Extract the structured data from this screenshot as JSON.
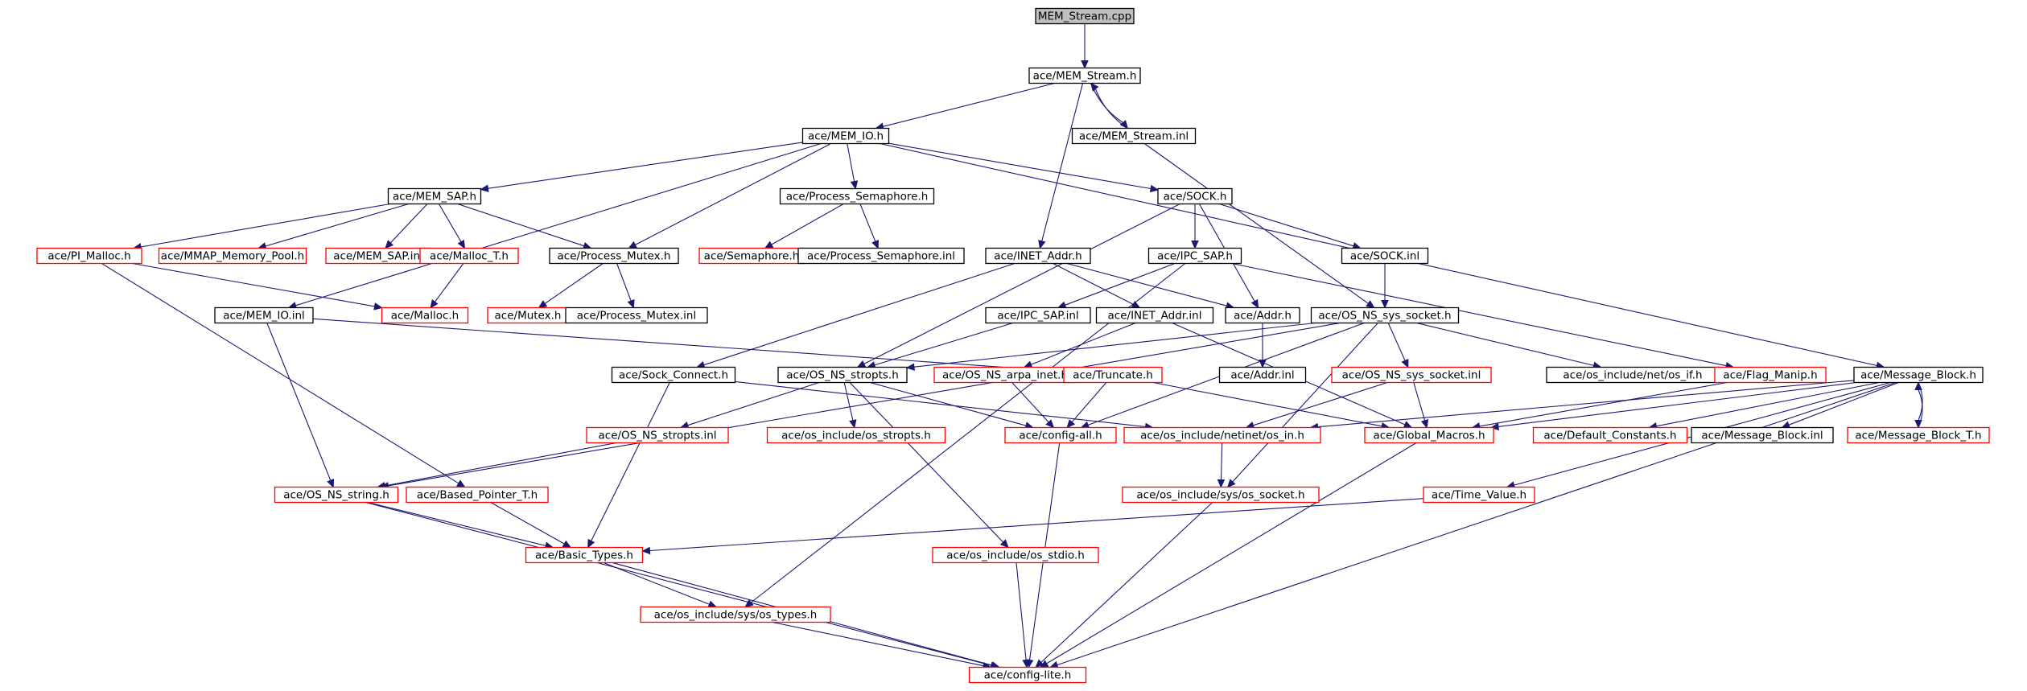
{
  "diagram": {
    "title": "",
    "edge_color": "#191970",
    "border_colors": {
      "black": "#000000",
      "red": "#ff0000"
    },
    "root_fill": "#bfbfbf",
    "nodes": [
      {
        "id": "MEM_Stream_cpp",
        "label": "MEM_Stream.cpp",
        "border": "gray"
      },
      {
        "id": "MEM_Stream_h",
        "label": "ace/MEM_Stream.h",
        "border": "black"
      },
      {
        "id": "MEM_Stream_inl",
        "label": "ace/MEM_Stream.inl",
        "border": "black"
      },
      {
        "id": "MEM_IO_h",
        "label": "ace/MEM_IO.h",
        "border": "black"
      },
      {
        "id": "MEM_SAP_h",
        "label": "ace/MEM_SAP.h",
        "border": "black"
      },
      {
        "id": "Process_Semaphore_h",
        "label": "ace/Process_Semaphore.h",
        "border": "black"
      },
      {
        "id": "SOCK_h",
        "label": "ace/SOCK.h",
        "border": "black"
      },
      {
        "id": "PI_Malloc_h",
        "label": "ace/PI_Malloc.h",
        "border": "red"
      },
      {
        "id": "MMAP_Memory_Pool_h",
        "label": "ace/MMAP_Memory_Pool.h",
        "border": "red"
      },
      {
        "id": "MEM_SAP_inl",
        "label": "ace/MEM_SAP.inl",
        "border": "red"
      },
      {
        "id": "Malloc_T_h",
        "label": "ace/Malloc_T.h",
        "border": "red"
      },
      {
        "id": "Process_Mutex_h",
        "label": "ace/Process_Mutex.h",
        "border": "black"
      },
      {
        "id": "Semaphore_h",
        "label": "ace/Semaphore.h",
        "border": "red"
      },
      {
        "id": "Process_Semaphore_inl",
        "label": "ace/Process_Semaphore.inl",
        "border": "black"
      },
      {
        "id": "INET_Addr_h",
        "label": "ace/INET_Addr.h",
        "border": "black"
      },
      {
        "id": "IPC_SAP_h",
        "label": "ace/IPC_SAP.h",
        "border": "black"
      },
      {
        "id": "SOCK_inl",
        "label": "ace/SOCK.inl",
        "border": "black"
      },
      {
        "id": "MEM_IO_inl",
        "label": "ace/MEM_IO.inl",
        "border": "black"
      },
      {
        "id": "Malloc_h",
        "label": "ace/Malloc.h",
        "border": "red"
      },
      {
        "id": "Mutex_h",
        "label": "ace/Mutex.h",
        "border": "red"
      },
      {
        "id": "Process_Mutex_inl",
        "label": "ace/Process_Mutex.inl",
        "border": "black"
      },
      {
        "id": "IPC_SAP_inl",
        "label": "ace/IPC_SAP.inl",
        "border": "black"
      },
      {
        "id": "INET_Addr_inl",
        "label": "ace/INET_Addr.inl",
        "border": "black"
      },
      {
        "id": "Addr_h",
        "label": "ace/Addr.h",
        "border": "black"
      },
      {
        "id": "OS_NS_sys_socket_h",
        "label": "ace/OS_NS_sys_socket.h",
        "border": "black"
      },
      {
        "id": "Sock_Connect_h",
        "label": "ace/Sock_Connect.h",
        "border": "black"
      },
      {
        "id": "OS_NS_stropts_h",
        "label": "ace/OS_NS_stropts.h",
        "border": "black"
      },
      {
        "id": "OS_NS_arpa_inet_h",
        "label": "ace/OS_NS_arpa_inet.h",
        "border": "red"
      },
      {
        "id": "Truncate_h",
        "label": "ace/Truncate.h",
        "border": "red"
      },
      {
        "id": "Addr_inl",
        "label": "ace/Addr.inl",
        "border": "black"
      },
      {
        "id": "OS_NS_sys_socket_inl",
        "label": "ace/OS_NS_sys_socket.inl",
        "border": "red"
      },
      {
        "id": "net_if_h",
        "label": "ace/os_include/net/os_if.h",
        "border": "black"
      },
      {
        "id": "Flag_Manip_h",
        "label": "ace/Flag_Manip.h",
        "border": "red"
      },
      {
        "id": "Message_Block_h",
        "label": "ace/Message_Block.h",
        "border": "black"
      },
      {
        "id": "OS_NS_stropts_inl",
        "label": "ace/OS_NS_stropts.inl",
        "border": "red"
      },
      {
        "id": "os_stropts_h",
        "label": "ace/os_include/os_stropts.h",
        "border": "red"
      },
      {
        "id": "config_all_h",
        "label": "ace/config-all.h",
        "border": "red"
      },
      {
        "id": "netinet_in_h",
        "label": "ace/os_include/netinet/os_in.h",
        "border": "red"
      },
      {
        "id": "Global_Macros_h",
        "label": "ace/Global_Macros.h",
        "border": "red"
      },
      {
        "id": "Default_Constants_h",
        "label": "ace/Default_Constants.h",
        "border": "red"
      },
      {
        "id": "Message_Block_inl",
        "label": "ace/Message_Block.inl",
        "border": "black"
      },
      {
        "id": "Message_Block_T_h",
        "label": "ace/Message_Block_T.h",
        "border": "red"
      },
      {
        "id": "OS_NS_string_h",
        "label": "ace/OS_NS_string.h",
        "border": "red"
      },
      {
        "id": "Based_Pointer_T_h",
        "label": "ace/Based_Pointer_T.h",
        "border": "red"
      },
      {
        "id": "sys_socket_h",
        "label": "ace/os_include/sys/os_socket.h",
        "border": "red"
      },
      {
        "id": "Time_Value_h",
        "label": "ace/Time_Value.h",
        "border": "red"
      },
      {
        "id": "Basic_Types_h",
        "label": "ace/Basic_Types.h",
        "border": "red"
      },
      {
        "id": "os_stdio_h",
        "label": "ace/os_include/os_stdio.h",
        "border": "red"
      },
      {
        "id": "sys_types_h",
        "label": "ace/os_include/sys/os_types.h",
        "border": "red"
      },
      {
        "id": "config_lite_h",
        "label": "ace/config-lite.h",
        "border": "red"
      }
    ],
    "edges": [
      [
        "MEM_Stream_cpp",
        "MEM_Stream_h"
      ],
      [
        "MEM_Stream_h",
        "MEM_IO_h"
      ],
      [
        "MEM_Stream_h",
        "MEM_Stream_inl"
      ],
      [
        "MEM_Stream_inl",
        "MEM_Stream_h"
      ],
      [
        "MEM_Stream_h",
        "INET_Addr_h"
      ],
      [
        "MEM_Stream_inl",
        "OS_NS_sys_socket_h"
      ],
      [
        "MEM_IO_h",
        "MEM_SAP_h"
      ],
      [
        "MEM_IO_h",
        "Process_Semaphore_h"
      ],
      [
        "MEM_IO_h",
        "SOCK_h"
      ],
      [
        "MEM_IO_h",
        "Process_Mutex_h"
      ],
      [
        "MEM_IO_h",
        "MEM_IO_inl"
      ],
      [
        "MEM_IO_h",
        "Message_Block_h"
      ],
      [
        "MEM_SAP_h",
        "PI_Malloc_h"
      ],
      [
        "MEM_SAP_h",
        "MMAP_Memory_Pool_h"
      ],
      [
        "MEM_SAP_h",
        "MEM_SAP_inl"
      ],
      [
        "MEM_SAP_h",
        "Malloc_T_h"
      ],
      [
        "MEM_SAP_h",
        "Process_Mutex_h"
      ],
      [
        "Process_Semaphore_h",
        "Semaphore_h"
      ],
      [
        "Process_Semaphore_h",
        "Process_Semaphore_inl"
      ],
      [
        "SOCK_h",
        "IPC_SAP_h"
      ],
      [
        "SOCK_h",
        "SOCK_inl"
      ],
      [
        "SOCK_h",
        "Addr_h"
      ],
      [
        "SOCK_h",
        "OS_NS_stropts_h"
      ],
      [
        "PI_Malloc_h",
        "Malloc_h"
      ],
      [
        "PI_Malloc_h",
        "Based_Pointer_T_h"
      ],
      [
        "Malloc_T_h",
        "Malloc_h"
      ],
      [
        "Process_Mutex_h",
        "Mutex_h"
      ],
      [
        "Process_Mutex_h",
        "Process_Mutex_inl"
      ],
      [
        "INET_Addr_h",
        "Addr_h"
      ],
      [
        "INET_Addr_h",
        "INET_Addr_inl"
      ],
      [
        "INET_Addr_h",
        "Sock_Connect_h"
      ],
      [
        "IPC_SAP_h",
        "IPC_SAP_inl"
      ],
      [
        "IPC_SAP_h",
        "Flag_Manip_h"
      ],
      [
        "IPC_SAP_h",
        "sys_types_h"
      ],
      [
        "SOCK_inl",
        "OS_NS_sys_socket_h"
      ],
      [
        "MEM_IO_inl",
        "OS_NS_string_h"
      ],
      [
        "MEM_IO_inl",
        "Truncate_h"
      ],
      [
        "IPC_SAP_inl",
        "OS_NS_stropts_h"
      ],
      [
        "INET_Addr_inl",
        "OS_NS_arpa_inet_h"
      ],
      [
        "INET_Addr_inl",
        "Global_Macros_h"
      ],
      [
        "Addr_h",
        "Addr_inl"
      ],
      [
        "OS_NS_sys_socket_h",
        "OS_NS_stropts_h"
      ],
      [
        "OS_NS_sys_socket_h",
        "OS_NS_sys_socket_inl"
      ],
      [
        "OS_NS_sys_socket_h",
        "net_if_h"
      ],
      [
        "OS_NS_sys_socket_h",
        "OS_NS_string_h"
      ],
      [
        "OS_NS_sys_socket_h",
        "config_all_h"
      ],
      [
        "OS_NS_sys_socket_h",
        "sys_socket_h"
      ],
      [
        "Sock_Connect_h",
        "Basic_Types_h"
      ],
      [
        "Sock_Connect_h",
        "netinet_in_h"
      ],
      [
        "OS_NS_stropts_h",
        "OS_NS_stropts_inl"
      ],
      [
        "OS_NS_stropts_h",
        "os_stropts_h"
      ],
      [
        "OS_NS_stropts_h",
        "config_all_h"
      ],
      [
        "OS_NS_stropts_h",
        "os_stdio_h"
      ],
      [
        "OS_NS_arpa_inet_h",
        "config_all_h"
      ],
      [
        "Truncate_h",
        "config_all_h"
      ],
      [
        "Truncate_h",
        "Global_Macros_h"
      ],
      [
        "OS_NS_sys_socket_inl",
        "Global_Macros_h"
      ],
      [
        "OS_NS_sys_socket_inl",
        "netinet_in_h"
      ],
      [
        "Flag_Manip_h",
        "Global_Macros_h"
      ],
      [
        "Message_Block_h",
        "Global_Macros_h"
      ],
      [
        "Message_Block_h",
        "Default_Constants_h"
      ],
      [
        "Message_Block_h",
        "Message_Block_inl"
      ],
      [
        "Message_Block_h",
        "Message_Block_T_h"
      ],
      [
        "Message_Block_T_h",
        "Message_Block_h"
      ],
      [
        "Message_Block_h",
        "Time_Value_h"
      ],
      [
        "Message_Block_h",
        "netinet_in_h"
      ],
      [
        "Message_Block_h",
        "config_lite_h"
      ],
      [
        "OS_NS_stropts_inl",
        "OS_NS_string_h"
      ],
      [
        "config_all_h",
        "config_lite_h"
      ],
      [
        "netinet_in_h",
        "sys_socket_h"
      ],
      [
        "Global_Macros_h",
        "config_lite_h"
      ],
      [
        "OS_NS_string_h",
        "Basic_Types_h"
      ],
      [
        "OS_NS_string_h",
        "config_lite_h"
      ],
      [
        "Based_Pointer_T_h",
        "Basic_Types_h"
      ],
      [
        "sys_socket_h",
        "config_lite_h"
      ],
      [
        "Time_Value_h",
        "Basic_Types_h"
      ],
      [
        "Basic_Types_h",
        "sys_types_h"
      ],
      [
        "Basic_Types_h",
        "config_lite_h"
      ],
      [
        "os_stdio_h",
        "config_lite_h"
      ],
      [
        "sys_types_h",
        "config_lite_h"
      ]
    ]
  }
}
